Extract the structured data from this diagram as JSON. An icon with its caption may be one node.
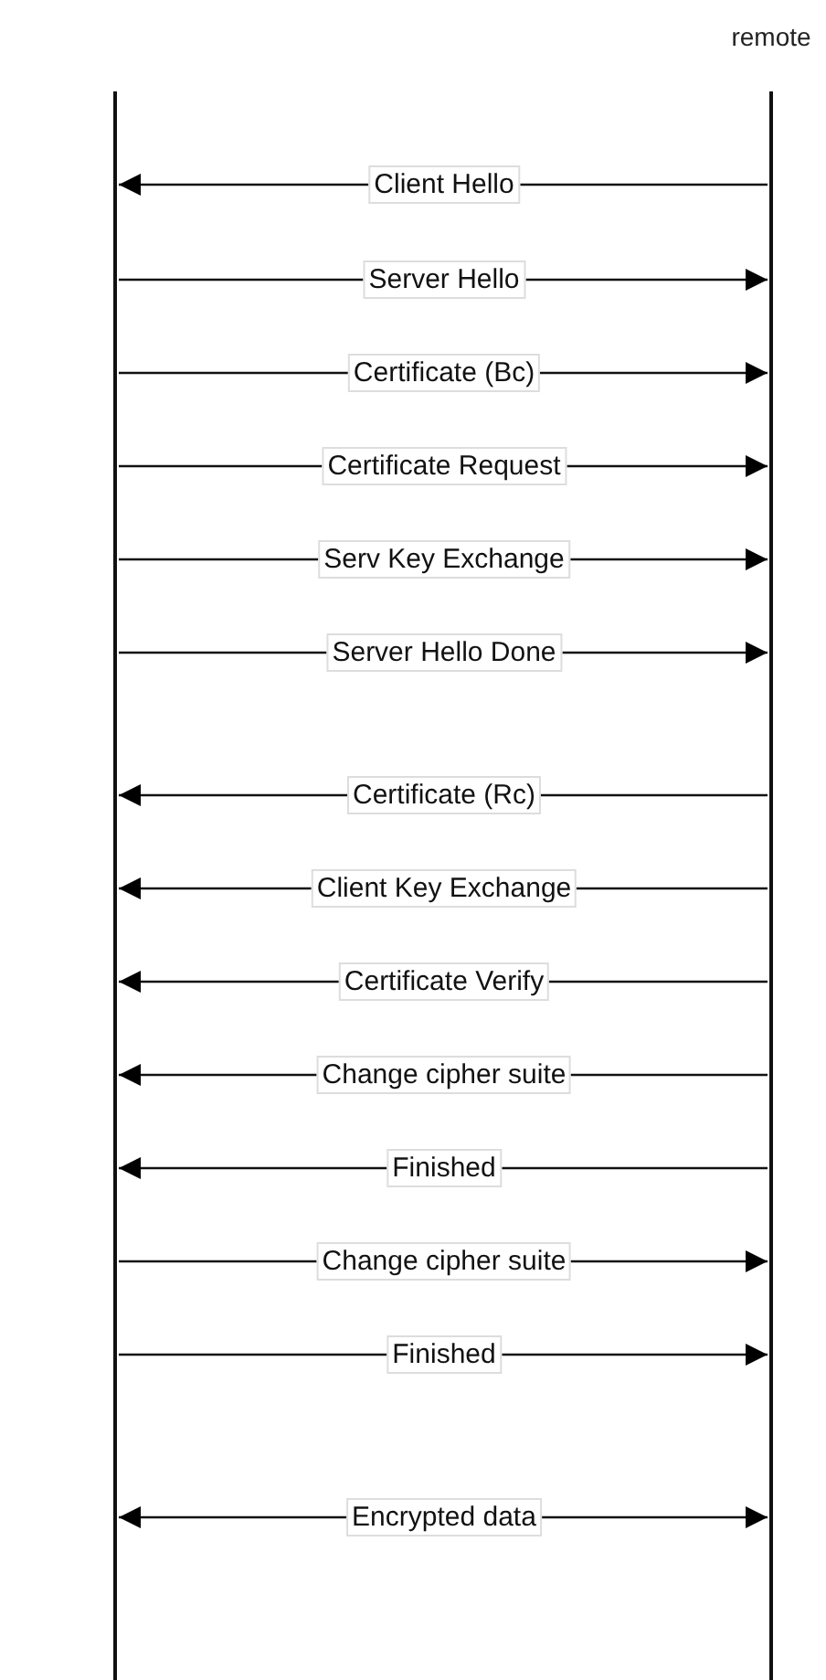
{
  "diagram": {
    "nodes": [
      {
        "text": [],
        "shape": "bar"
      },
      {
        "text": [
          "remote"
        ]
      }
    ],
    "edges": [
      {
        "from": 1,
        "to": 0,
        "arrow": "to",
        "label": "Client Hello"
      },
      {
        "from": 0,
        "to": 1,
        "arrow": "to",
        "label": "Server Hello"
      },
      {
        "from": 0,
        "to": 1,
        "arrow": "to",
        "label": "Certificate (Bc)"
      },
      {
        "from": 0,
        "to": 1,
        "arrow": "to",
        "label": "Certificate Request"
      },
      {
        "from": 0,
        "to": 1,
        "arrow": "to",
        "label": "Serv Key Exchange"
      },
      {
        "from": 0,
        "to": 1,
        "arrow": "to",
        "label": "Server Hello Done"
      },
      {
        "from": 1,
        "to": 0,
        "arrow": "to",
        "label": "Certificate (Rc)"
      },
      {
        "from": 1,
        "to": 0,
        "arrow": "to",
        "label": "Client Key Exchange"
      },
      {
        "from": 1,
        "to": 0,
        "arrow": "to",
        "label": "Certificate Verify"
      },
      {
        "from": 1,
        "to": 0,
        "arrow": "to",
        "label": "Change cipher suite"
      },
      {
        "from": 1,
        "to": 0,
        "arrow": "to",
        "label": "Finished"
      },
      {
        "from": 0,
        "to": 1,
        "arrow": "to",
        "label": "Change cipher suite"
      },
      {
        "from": 0,
        "to": 1,
        "arrow": "to",
        "label": "Finished"
      },
      {
        "from": 0,
        "to": 1,
        "arrow": "both",
        "label": "Encrypted data"
      }
    ]
  }
}
